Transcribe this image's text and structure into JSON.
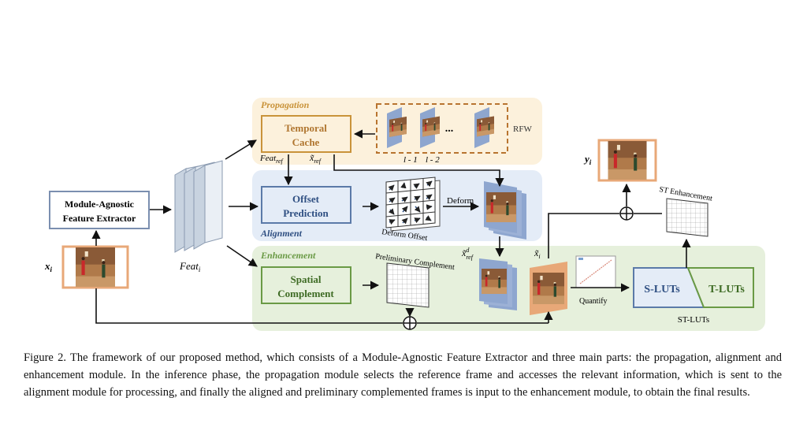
{
  "modules": {
    "propagation": "Propagation",
    "alignment": "Alignment",
    "enhancement": "Enhancement"
  },
  "blocks": {
    "extractor": [
      "Module-Agnostic",
      "Feature Extractor"
    ],
    "temporal_cache": [
      "Temporal",
      "Cache"
    ],
    "offset_prediction": [
      "Offset",
      "Prediction"
    ],
    "spatial_complement": [
      "Spatial",
      "Complement"
    ],
    "s_luts": "S-LUTs",
    "t_luts": "T-LUTs"
  },
  "labels": {
    "rfw": "RFW",
    "frame_l1": "l - 1",
    "frame_l2": "l - 2",
    "ellipsis": "...",
    "feat_ref": "Feat",
    "feat_ref_sub": "ref",
    "x_ref": "x̃",
    "x_ref_sub": "ref",
    "feat_i": "Feat",
    "feat_i_sub": "i",
    "x_i": "x",
    "x_i_sub": "i",
    "y_i": "y",
    "y_i_sub": "i",
    "x_tilde_i": "x̃",
    "x_tilde_i_sub": "i",
    "x_ref_d": "x̃",
    "x_ref_d_sup": "d",
    "x_ref_d_sub": "ref",
    "deform": "Deform",
    "deform_offset": "Deform Offset",
    "preliminary_complement": "Preliminary Complement",
    "st_enhancement": "ST Enhancement",
    "quantify": "Quantify",
    "st_luts": "ST-LUTs"
  },
  "colors": {
    "propagation_bg": "#fcf1dc",
    "propagation_accent": "#c9933a",
    "alignment_bg": "#e4ecf7",
    "alignment_accent": "#5b7aa8",
    "enhancement_bg": "#e6f0dc",
    "enhancement_accent": "#6a9a45",
    "rfw_dash": "#b8742f",
    "frame_border": "#e8a878"
  },
  "caption": [
    "Figure 2.  The framework of our proposed method, which consists of a Module-Agnostic Feature Extractor and three main parts: the",
    "propagation, alignment and enhancement module. In the inference phase, the propagation module selects the reference frame and accesses",
    "the relevant information, which is sent to the alignment module for processing, and finally the aligned and preliminary complemented",
    "frames is input to the enhancement module, to obtain the final results."
  ]
}
